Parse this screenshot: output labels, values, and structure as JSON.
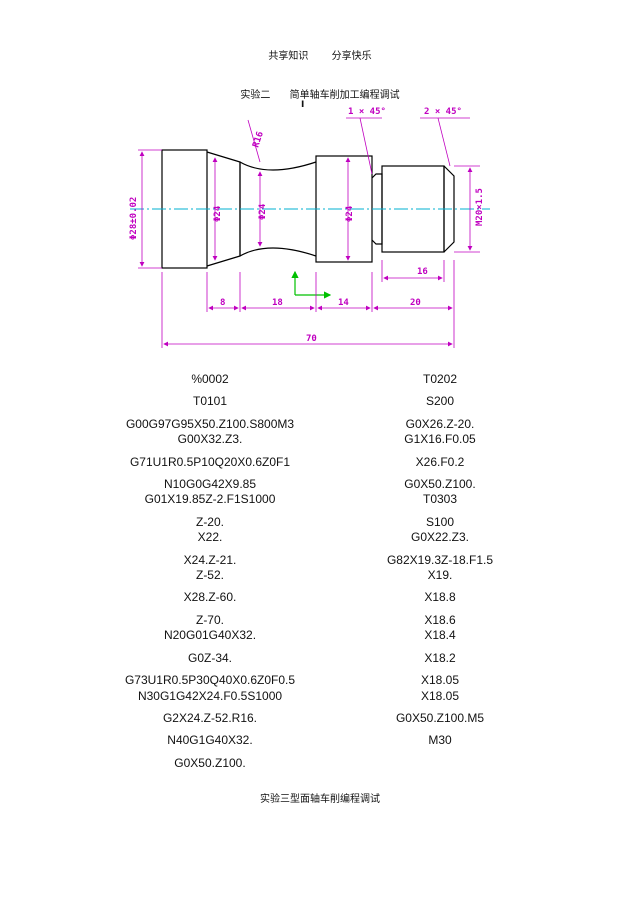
{
  "header": {
    "left": "共享知识",
    "right": "分享快乐"
  },
  "experiment2": {
    "title_a": "实验二",
    "title_b": "简单轴车削加工编程调试",
    "mark": "I"
  },
  "drawing": {
    "labels": {
      "dia28": "Φ28±0.02",
      "dia24a": "Φ24",
      "dia24b": "Φ24",
      "dia24c": "Φ24",
      "r16": "R16",
      "chamfer1": "1 × 45°",
      "chamfer2": "2 × 45°",
      "thread": "M20×1.5",
      "len16": "16",
      "len8": "8",
      "len18": "18",
      "len14": "14",
      "len20": "20",
      "len70": "70"
    },
    "colors": {
      "line": "#000000",
      "dimension": "#c000c0",
      "center": "#00b0d0",
      "axis": "#00c000"
    }
  },
  "program_left": [
    "%0002",
    "T0101",
    "G00G97G95X50.Z100.S800M3",
    "G00X32.Z3.",
    "G71U1R0.5P10Q20X0.6Z0F1",
    "N10G0G42X9.85",
    "G01X19.85Z-2.F1S1000",
    "Z-20.",
    "X22.",
    "X24.Z-21.",
    "Z-52.",
    "X28.Z-60.",
    "Z-70.",
    "N20G01G40X32.",
    "G0Z-34.",
    "G73U1R0.5P30Q40X0.6Z0F0.5",
    "N30G1G42X24.F0.5S1000",
    "G2X24.Z-52.R16.",
    "N40G1G40X32.",
    "G0X50.Z100."
  ],
  "program_right": [
    "T0202",
    "S200",
    "G0X26.Z-20.",
    "G1X16.F0.05",
    "X26.F0.2",
    "G0X50.Z100.",
    "T0303",
    "S100",
    "G0X22.Z3.",
    "G82X19.3Z-18.F1.5",
    "X19.",
    "X18.8",
    "X18.6",
    "X18.4",
    "X18.2",
    "X18.05",
    "X18.05",
    "G0X50.Z100.M5",
    "M30"
  ],
  "experiment3": {
    "title": "实验三型面轴车削编程调试"
  }
}
